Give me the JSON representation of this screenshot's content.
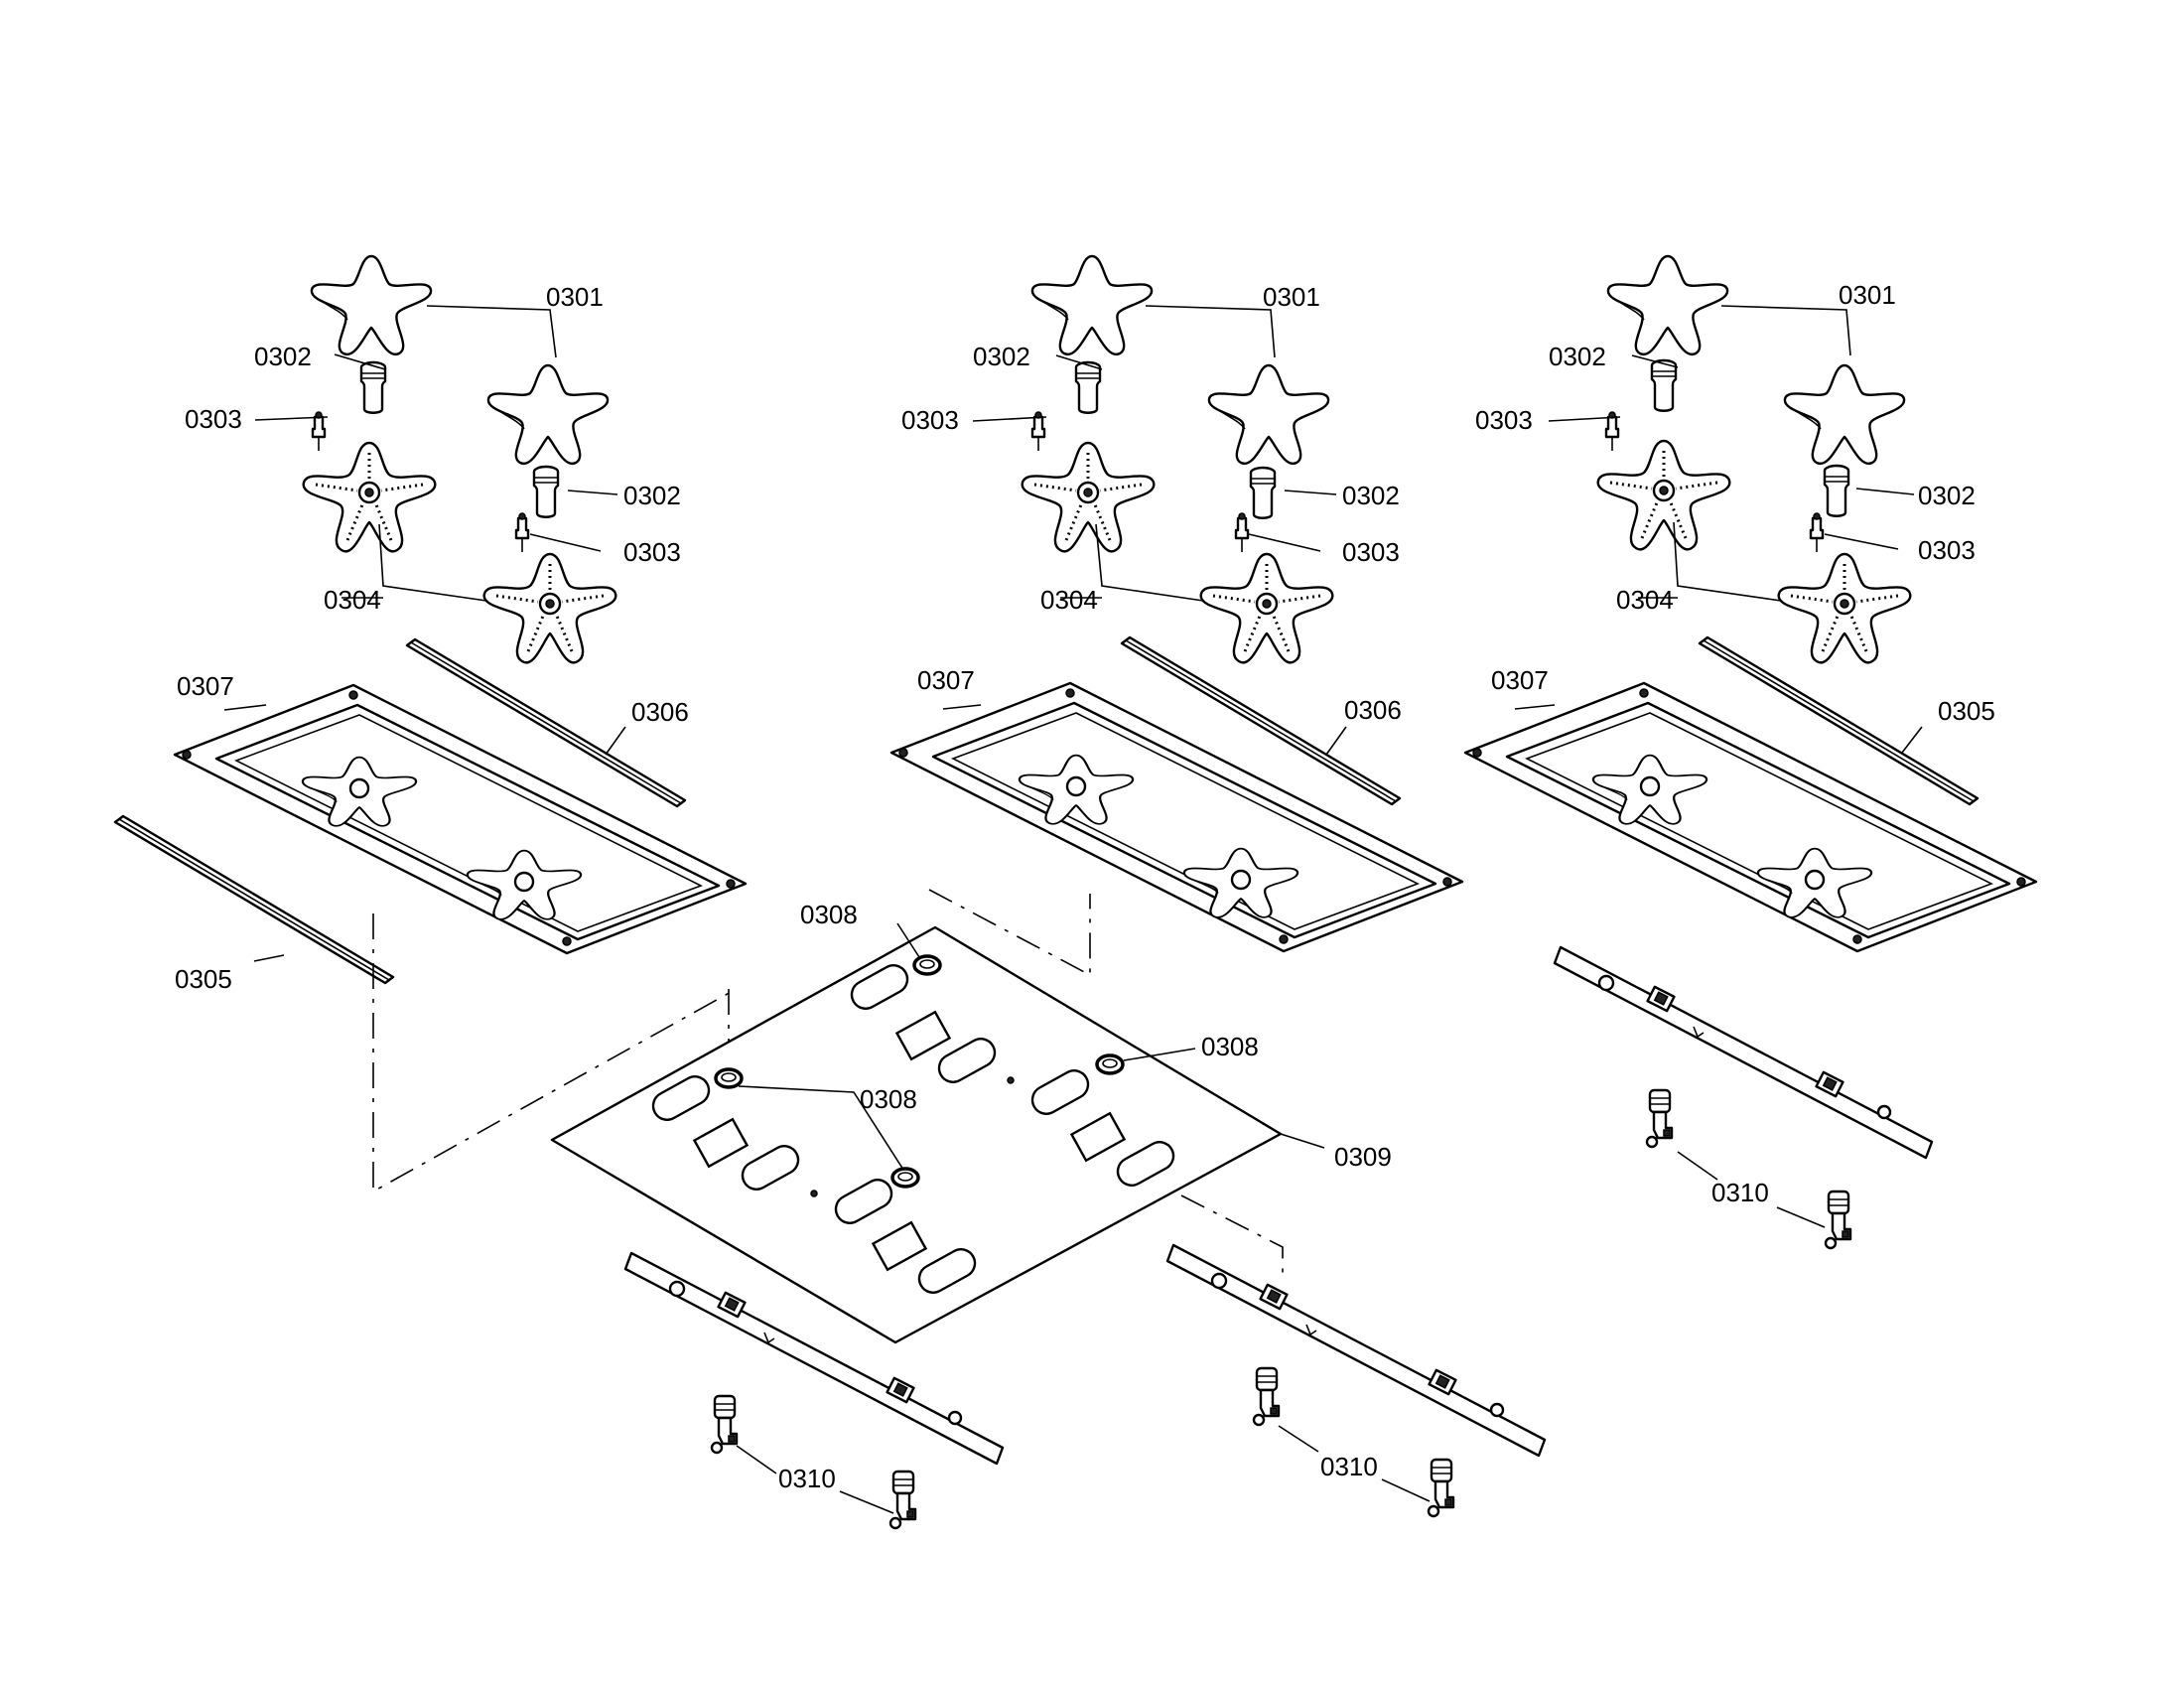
{
  "callouts": {
    "a1": "0301",
    "a2": "0302",
    "a3": "0303",
    "a4": "0302",
    "a5": "0303",
    "a6": "0304",
    "a7": "0307",
    "a8": "0306",
    "a9": "0305",
    "b1": "0301",
    "b2": "0302",
    "b3": "0303",
    "b4": "0302",
    "b5": "0303",
    "b6": "0304",
    "b7": "0307",
    "b8": "0306",
    "c1": "0301",
    "c2": "0302",
    "c3": "0303",
    "c4": "0302",
    "c5": "0303",
    "c6": "0304",
    "c7": "0307",
    "c8": "0305",
    "p1": "0308",
    "p2": "0308",
    "p3": "0308",
    "p4": "0309",
    "v1": "0310",
    "v2": "0310",
    "v3": "0310"
  }
}
